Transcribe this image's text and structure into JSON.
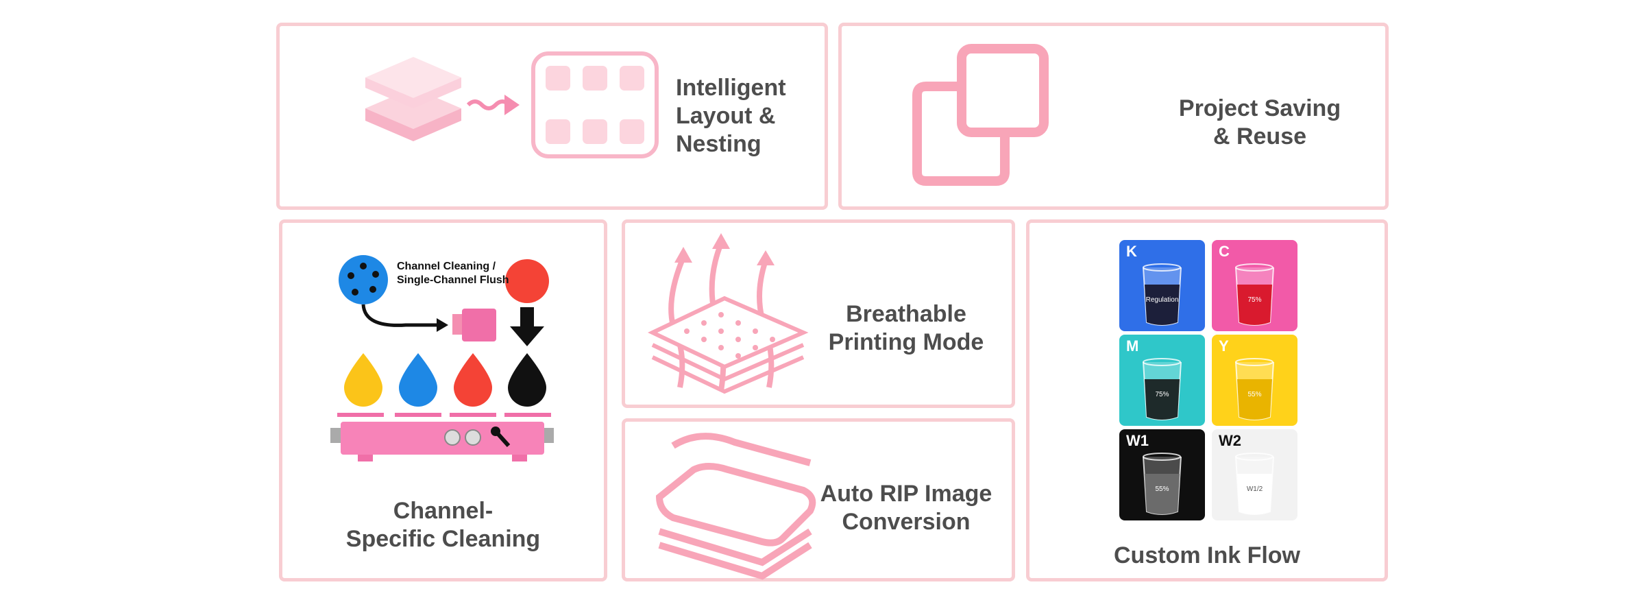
{
  "features": {
    "layout": {
      "title": "Intelligent\nLayout &\nNesting",
      "icon": "layers-to-grid-icon"
    },
    "project": {
      "title": "Project Saving\n& Reuse",
      "icon": "copy-squares-icon"
    },
    "cleaning": {
      "title": "Channel-\nSpecific Cleaning",
      "illustration_caption": "Channel Cleaning /\nSingle-Channel  Flush",
      "icon": "printhead-cleaning-icon"
    },
    "breathable": {
      "title": "Breathable\nPrinting Mode",
      "icon": "breathable-fabric-icon"
    },
    "rip": {
      "title": "Auto RIP Image\nConversion",
      "icon": "stacked-sheets-icon"
    },
    "inkflow": {
      "title": "Custom Ink Flow",
      "channels": [
        {
          "tag": "K",
          "glass_label": "Regulation",
          "bg": "#2f6fe8",
          "liquid": "#1c1f3a"
        },
        {
          "tag": "C",
          "glass_label": "75%",
          "bg": "#f25aa8",
          "liquid": "#d91a2e"
        },
        {
          "tag": "M",
          "glass_label": "75%",
          "bg": "#2fc7c9",
          "liquid": "#1e2a2a"
        },
        {
          "tag": "Y",
          "glass_label": "55%",
          "bg": "#ffd21a",
          "liquid": "#e9b400"
        },
        {
          "tag": "W1",
          "glass_label": "55%",
          "bg": "#0f0f0f",
          "liquid": "#6b6b6b"
        },
        {
          "tag": "W2",
          "glass_label": "W1/2",
          "bg": "#f2f2f2",
          "liquid": "#ffffff"
        }
      ]
    }
  },
  "colors": {
    "accent": "#f8a5b8",
    "border": "#f8cdd2",
    "text": "#4d4d4d"
  }
}
